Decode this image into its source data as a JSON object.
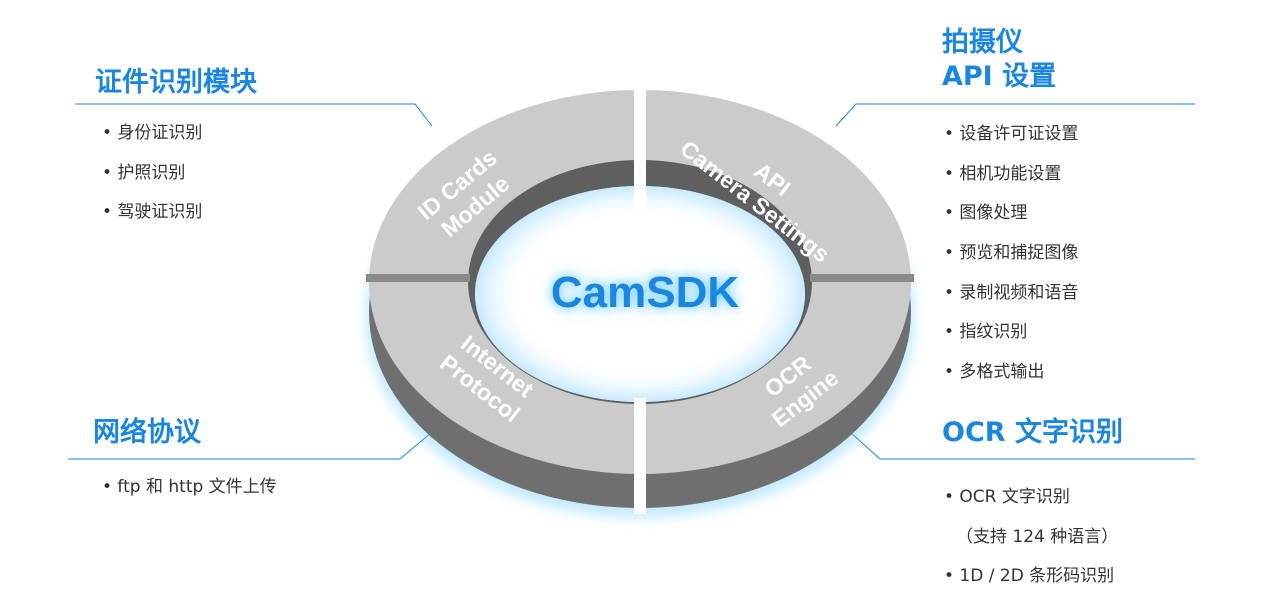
{
  "center_title": "CamSDK",
  "segments": {
    "top_left": [
      "ID Cards",
      "Module"
    ],
    "top_right": [
      "API",
      "Camera Settings"
    ],
    "bottom_left": [
      "Internet",
      "Protocol"
    ],
    "bottom_right": [
      "OCR",
      "Engine"
    ]
  },
  "id_cards": {
    "title": "证件识别模块",
    "items": [
      "• 身份证识别",
      "• 护照识别",
      "• 驾驶证识别"
    ]
  },
  "network": {
    "title": "网络协议",
    "items": [
      "• ftp 和 http 文件上传"
    ]
  },
  "camera_api": {
    "title_line1": "拍摄仪",
    "title_line2": "API 设置",
    "items": [
      "• 设备许可证设置",
      "• 相机功能设置",
      "• 图像处理",
      "• 预览和捕捉图像",
      "• 录制视频和语音",
      "• 指纹识别",
      "• 多格式输出"
    ]
  },
  "ocr": {
    "title": "OCR 文字识别",
    "items": [
      "• OCR 文字识别",
      "（支持 124 种语言）",
      "• 1D / 2D 条形码识别"
    ]
  },
  "colors": {
    "accent": "#1a86e0",
    "ring_top": "#cbcbcb",
    "ring_side": "#6f6f6f",
    "text": "#333333"
  }
}
